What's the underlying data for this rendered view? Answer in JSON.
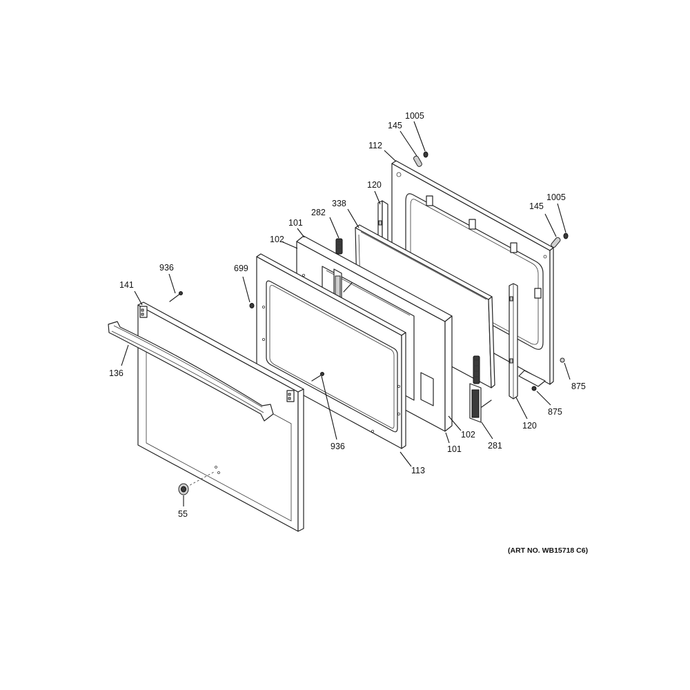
{
  "diagram": {
    "labels": {
      "l1005a": "1005",
      "l145a": "145",
      "l112": "112",
      "l120a": "120",
      "l338": "338",
      "l282": "282",
      "l101a": "101",
      "l102a": "102",
      "l1005b": "1005",
      "l145b": "145",
      "l936a": "936",
      "l699": "699",
      "l141": "141",
      "l136": "136",
      "l875a": "875",
      "l875b": "875",
      "l120b": "120",
      "l281": "281",
      "l102b": "102",
      "l101b": "101",
      "l936b": "936",
      "l113": "113",
      "l55": "55"
    },
    "art_number": "(ART NO. WB15718 C6)"
  }
}
